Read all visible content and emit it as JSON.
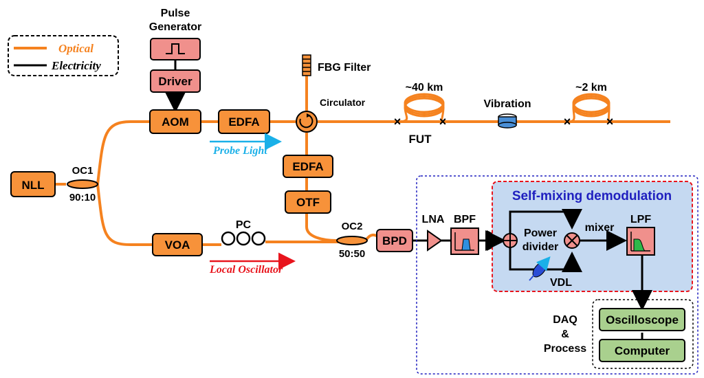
{
  "legend": {
    "optical": "Optical",
    "electricity": "Electricity"
  },
  "components": {
    "nll": "NLL",
    "oc1": "OC1",
    "oc1_ratio": "90:10",
    "pulse_generator_line1": "Pulse",
    "pulse_generator_line2": "Generator",
    "driver": "Driver",
    "aom": "AOM",
    "edfa1": "EDFA",
    "edfa2": "EDFA",
    "fbg": "FBG Filter",
    "circulator": "Circulator",
    "otf": "OTF",
    "voa": "VOA",
    "pc": "PC",
    "oc2": "OC2",
    "oc2_ratio": "50:50",
    "bpd": "BPD",
    "lna": "LNA",
    "bpf": "BPF",
    "fiber1": "~40 km",
    "fiber2": "~2 km",
    "vibration": "Vibration",
    "fut": "FUT",
    "self_mixing": "Self-mixing demodulation",
    "power_divider_line1": "Power",
    "power_divider_line2": "divider",
    "mixer": "mixer",
    "vdl": "VDL",
    "lpf": "LPF",
    "daq_line1": "DAQ",
    "daq_line2": "&",
    "daq_line3": "Process",
    "oscilloscope": "Oscilloscope",
    "computer": "Computer"
  },
  "annotations": {
    "probe_light": "Probe Light",
    "local_oscillator": "Local Oscillator"
  },
  "colors": {
    "optical": "#f5821f",
    "probe_light": "#1ab0e8",
    "local_oscillator": "#e8141c",
    "self_mixing_title": "#1f1fbf"
  }
}
